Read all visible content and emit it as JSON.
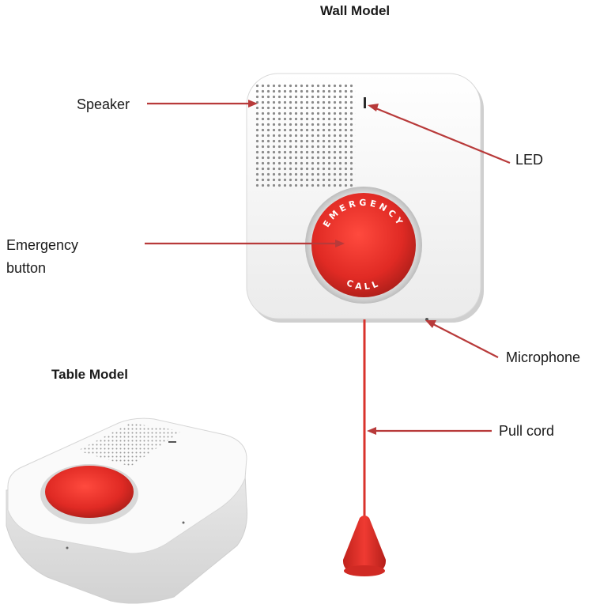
{
  "titles": {
    "wall_model": "Wall Model",
    "table_model": "Table Model"
  },
  "labels": {
    "speaker": "Speaker",
    "led": "LED",
    "emergency_line1": "Emergency",
    "emergency_line2": "button",
    "microphone": "Microphone",
    "pull_cord": "Pull cord"
  },
  "button_text": {
    "top": "EMERGENCY",
    "bottom": "CALL"
  },
  "colors": {
    "arrow": "#b83a3a",
    "button_red": "#e8312d",
    "device_white": "#f4f4f4",
    "cord_red": "#d9332c"
  }
}
